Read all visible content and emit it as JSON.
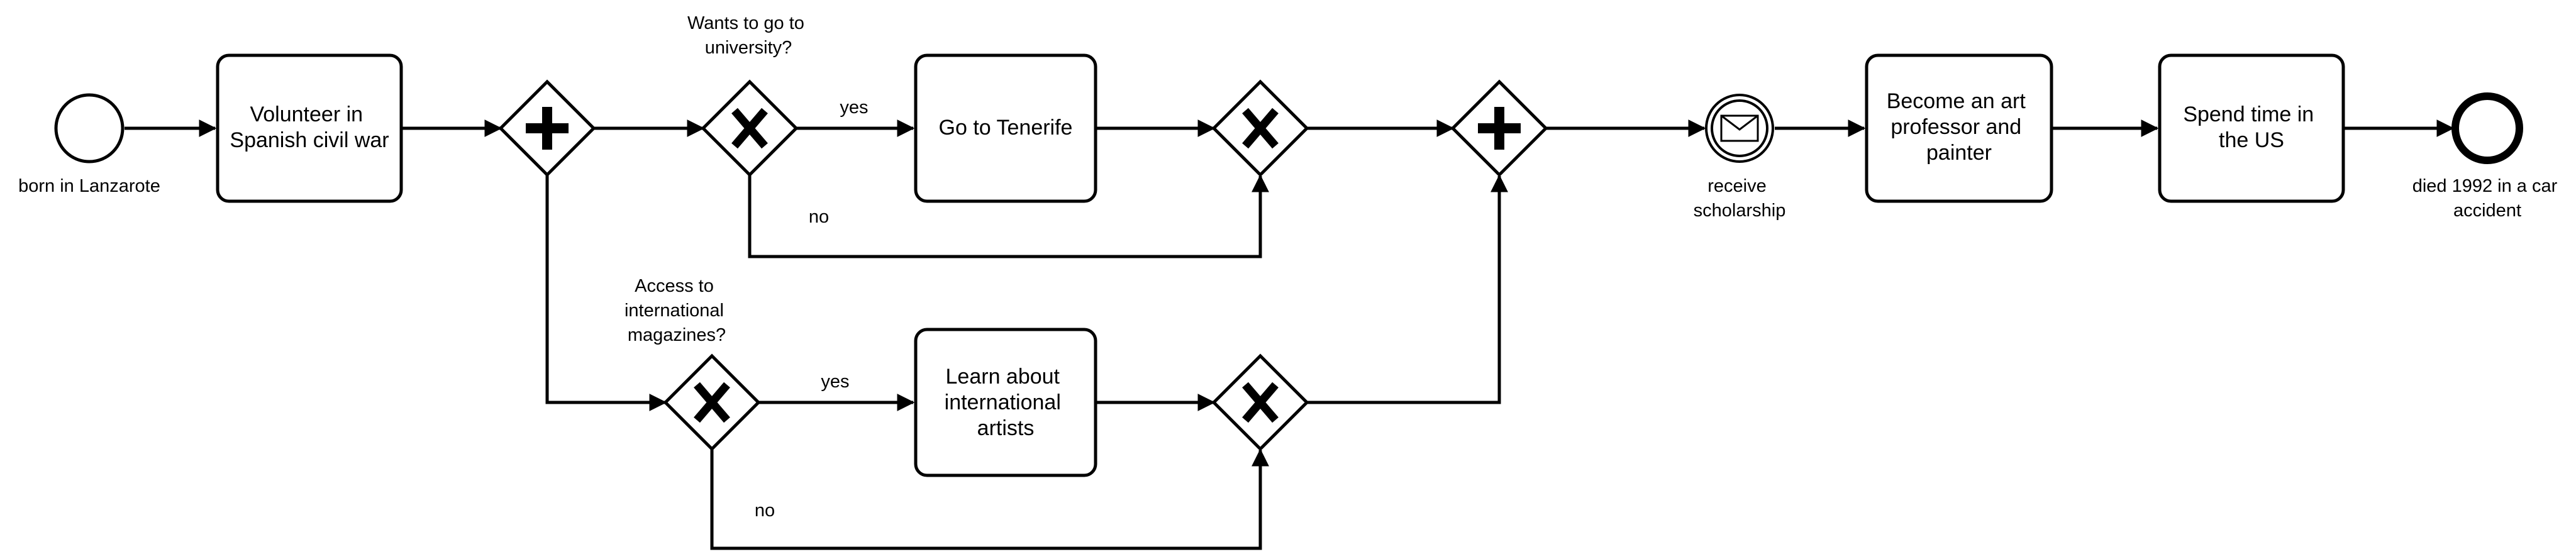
{
  "events": {
    "start": {
      "label": [
        "born in Lanzarote"
      ]
    },
    "message": {
      "label": [
        "receive",
        "scholarship"
      ],
      "icon": "envelope-icon"
    },
    "end": {
      "label": [
        "died 1992 in a car",
        "accident"
      ]
    }
  },
  "tasks": {
    "volunteer": [
      "Volunteer in",
      "Spanish civil war"
    ],
    "tenerife": [
      "Go to Tenerife"
    ],
    "artists": [
      "Learn about",
      "international",
      "artists"
    ],
    "professor": [
      "Become an art",
      "professor and",
      "painter"
    ],
    "us": [
      "Spend time in",
      "the US"
    ]
  },
  "gateways": {
    "university": {
      "question": [
        "Wants to go to",
        "university?"
      ]
    },
    "magazines": {
      "question": [
        "Access to",
        "international",
        "magazines?"
      ]
    }
  },
  "flow_labels": {
    "university_yes": "yes",
    "university_no": "no",
    "magazines_yes": "yes",
    "magazines_no": "no"
  },
  "colors": {
    "stroke": "#000000",
    "fill": "#ffffff"
  }
}
